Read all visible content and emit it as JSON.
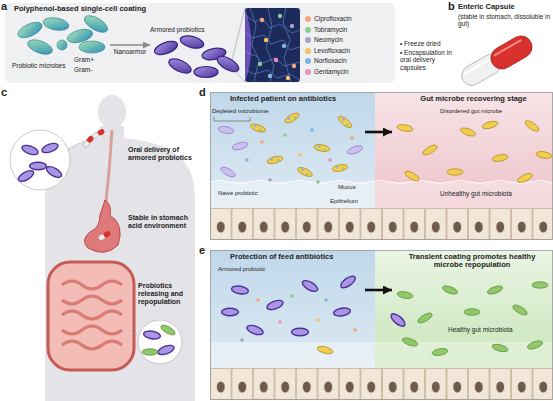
{
  "diagram": {
    "nodes": [
      {
        "text": [
          "Polyphenol-based single-cell coating"
        ]
      },
      {
        "text": [
          "Probiotic microbes",
          "Gram+",
          "Gram-"
        ],
        "in": 0
      },
      {
        "text": [
          "Armored probiotics"
        ],
        "in": 0
      },
      {
        "text": [
          "Enteric Capsule",
          "(stable in stomach, dissoluble in gut)"
        ]
      },
      {
        "text": [
          "Infected patient on antibiotics"
        ]
      },
      {
        "text": [
          "Gut microbe recovering stage"
        ]
      },
      {
        "text": [
          "Protection of feed antibiotics"
        ]
      },
      {
        "text": [
          "Transient coating promotes healthy microbe repopulation"
        ]
      }
    ],
    "edges": [
      {
        "from": 1,
        "to": 2,
        "arrow": "to",
        "label": "Nanoarmor"
      },
      {
        "from": 4,
        "to": 5,
        "arrow": "to"
      },
      {
        "from": 6,
        "to": 7,
        "arrow": "to"
      }
    ],
    "labels": [
      "a",
      "b",
      "c",
      "d",
      "e",
      "• Freeze dried",
      "• Encapsulation in oral delivery capsules",
      "Oral delivery of armored probiotics",
      "Stable in stomach acid environment",
      "Probiotics releasing and repopulation",
      "Depleted microbiome",
      "Naive probiotic",
      "Mucus",
      "Epithelium",
      "Disordered gut microbe",
      "Unhealthy gut microbiota",
      "Armored probiotic",
      "Healthy gut microbiota"
    ],
    "legend": [
      {
        "text": "Ciprofloxacin",
        "color": "#f4a582"
      },
      {
        "text": "Tobramycin",
        "color": "#8cc98c"
      },
      {
        "text": "Neomycin",
        "color": "#a9a1c4"
      },
      {
        "text": "Levofloxacin",
        "color": "#f5c26b"
      },
      {
        "text": "Norfloxacin",
        "color": "#7fb5e0"
      },
      {
        "text": "Gentamycin",
        "color": "#e88fc0"
      }
    ]
  }
}
